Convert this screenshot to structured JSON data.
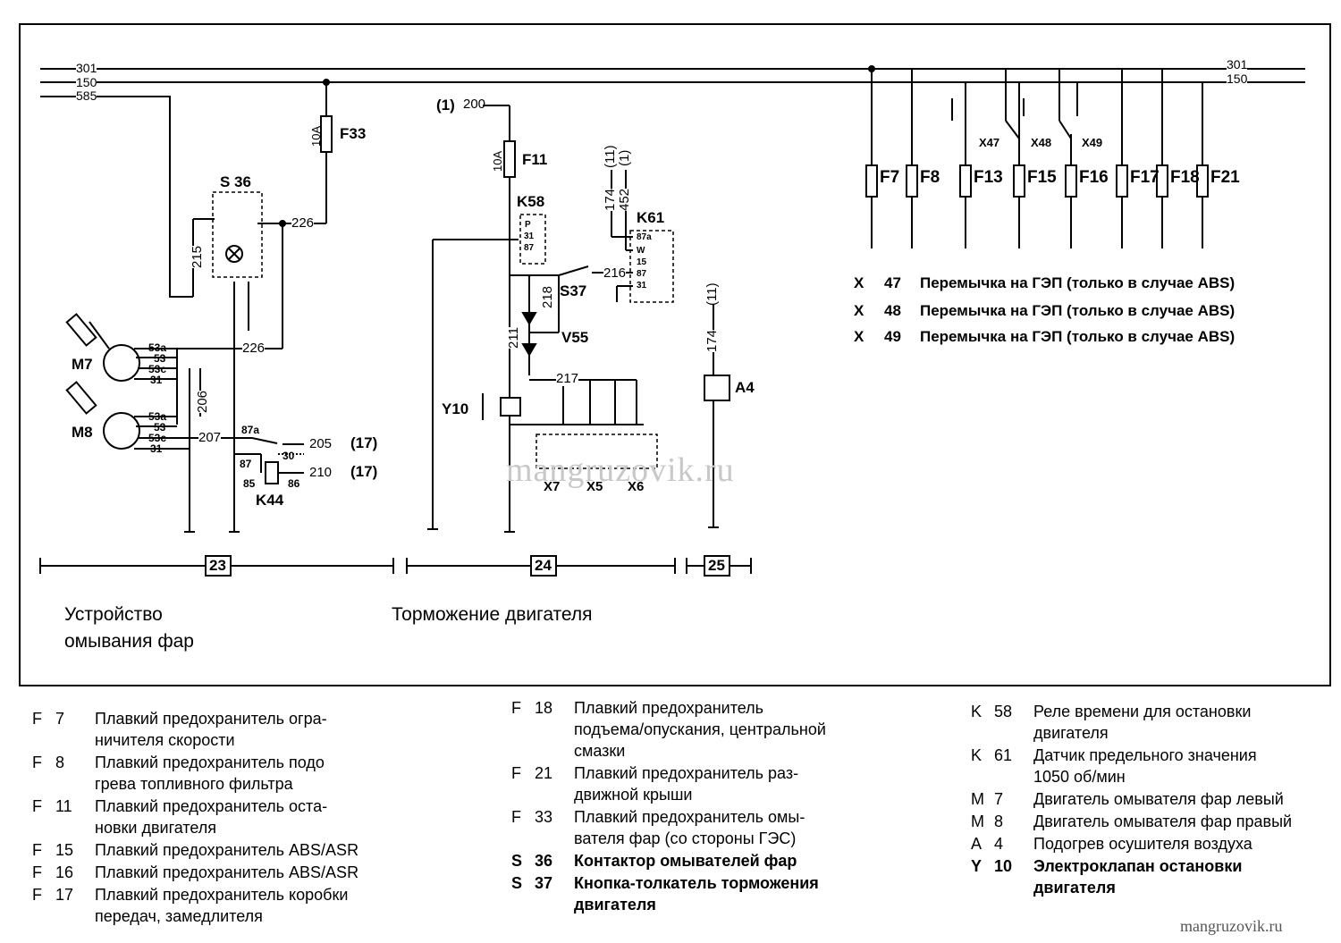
{
  "buses": {
    "b301": "301",
    "b150": "150",
    "b585": "585",
    "r301": "301",
    "r150": "150"
  },
  "wires": {
    "w200": "200",
    "w1a": "(1)",
    "w226a": "226",
    "w226b": "226",
    "w215": "215",
    "w206": "206",
    "w207": "207",
    "w205": "205",
    "w210": "210",
    "w17a": "(17)",
    "w17b": "(17)",
    "w211": "211",
    "w218": "218",
    "w216": "216",
    "w217": "217",
    "w174a": "174",
    "w452": "452",
    "w11a": "(11)",
    "w1b": "(1)",
    "w174b": "174",
    "w11b": "(11)"
  },
  "components": {
    "F33": "F33",
    "F11": "F11",
    "S36": "S 36",
    "K58": "K58",
    "K61": "K61",
    "S37": "S37",
    "V55": "V55",
    "Y10": "Y10",
    "A4": "A4",
    "M7": "M7",
    "M8": "M8",
    "K44": "K44",
    "X7": "X7",
    "X5": "X5",
    "X6": "X6",
    "fuse10a_1": "10A",
    "fuse10a_2": "10A"
  },
  "pins": {
    "p53a1": "53a",
    "p53_1": "53",
    "p53c1": "53c",
    "p31_1": "31",
    "p53a2": "53a",
    "p53_2": "53",
    "p53c2": "53c",
    "p31_2": "31",
    "p87a": "87a",
    "p30": "30",
    "p87": "87",
    "p85": "85",
    "p86": "86",
    "k58p": "P",
    "k58_31": "31",
    "k58_87": "87",
    "k61_87a": "87a",
    "k61_w": "W",
    "k61_15": "15",
    "k61_87": "87",
    "k61_31": "31"
  },
  "fuses_right": [
    "F7",
    "F8",
    "F13",
    "F15",
    "F16",
    "F17",
    "F18",
    "F21"
  ],
  "jumpers": [
    "X47",
    "X48",
    "X49"
  ],
  "abs_notes": [
    {
      "x": "X",
      "n": "47",
      "text": "Перемычка на ГЭП (только в случае ABS)"
    },
    {
      "x": "X",
      "n": "48",
      "text": "Перемычка на ГЭП (только в случае ABS)"
    },
    {
      "x": "X",
      "n": "49",
      "text": "Перемычка на ГЭП (только в случае ABS)"
    }
  ],
  "sections": {
    "s23": "23",
    "s24": "24",
    "s25": "25"
  },
  "titles": {
    "t1a": "Устройство",
    "t1b": "омывания фар",
    "t2": "Торможение двигателя"
  },
  "watermark": "mangruzovik.ru",
  "watermark_corner": "mangruzovik.ru",
  "legend_col1": [
    {
      "l": "F",
      "n": "7",
      "t": "Плавкий предохранитель огра-\nничителя скорости",
      "bold": false
    },
    {
      "l": "F",
      "n": "8",
      "t": "Плавкий предохранитель подо\nгрева топливного фильтра",
      "bold": false
    },
    {
      "l": "F",
      "n": "11",
      "t": "Плавкий предохранитель оста-\nновки двигателя",
      "bold": false
    },
    {
      "l": "F",
      "n": "15",
      "t": "Плавкий предохранитель ABS/ASR",
      "bold": false
    },
    {
      "l": "F",
      "n": "16",
      "t": "Плавкий предохранитель ABS/ASR",
      "bold": false
    },
    {
      "l": "F",
      "n": "17",
      "t": "Плавкий предохранитель коробки\nпередач, замедлителя",
      "bold": false
    }
  ],
  "legend_col2": [
    {
      "l": "F",
      "n": "18",
      "t": "Плавкий предохранитель\nподъема/опускания, центральной\nсмазки",
      "bold": false
    },
    {
      "l": "F",
      "n": "21",
      "t": "Плавкий предохранитель раз-\nдвижной крыши",
      "bold": false
    },
    {
      "l": "F",
      "n": "33",
      "t": "Плавкий предохранитель омы-\nвателя фар (со стороны ГЭС)",
      "bold": false
    },
    {
      "l": "S",
      "n": "36",
      "t": "Контактор омывателей фар",
      "bold": true
    },
    {
      "l": "S",
      "n": "37",
      "t": "Кнопка-толкатель торможения\nдвигателя",
      "bold": true
    }
  ],
  "legend_col3": [
    {
      "l": "K",
      "n": "58",
      "t": "Реле времени для остановки\nдвигателя",
      "bold": false
    },
    {
      "l": "K",
      "n": "61",
      "t": "Датчик предельного значения\n1050 об/мин",
      "bold": false
    },
    {
      "l": "M",
      "n": "7",
      "t": "Двигатель омывателя фар левый",
      "bold": false
    },
    {
      "l": "M",
      "n": "8",
      "t": "Двигатель омывателя фар правый",
      "bold": false
    },
    {
      "l": "A",
      "n": "4",
      "t": "Подогрев осушителя воздуха",
      "bold": false
    },
    {
      "l": "Y",
      "n": "10",
      "t": "Электроклапан остановки\nдвигателя",
      "bold": true
    }
  ]
}
